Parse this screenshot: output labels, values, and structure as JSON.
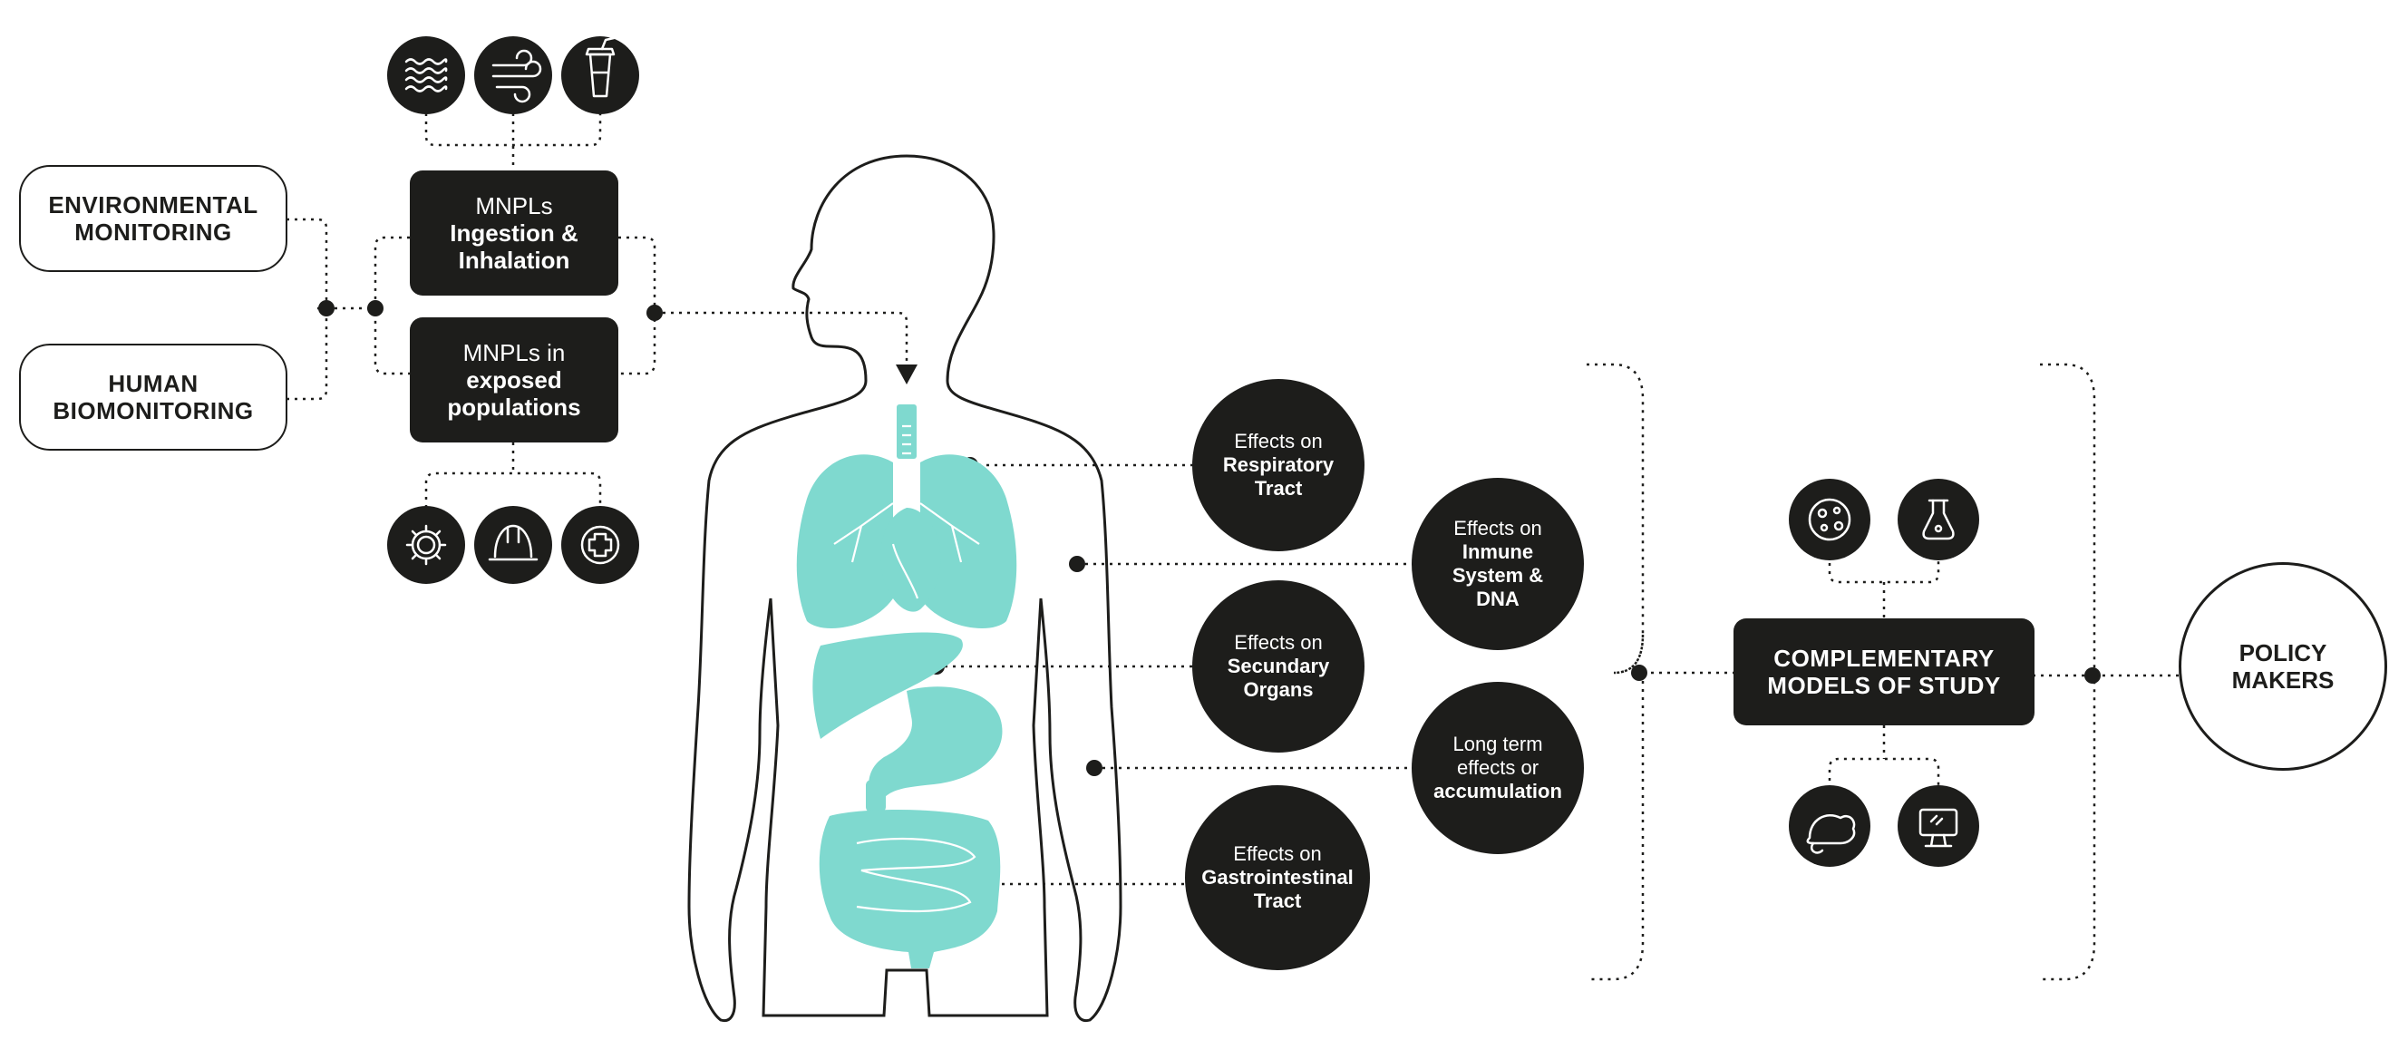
{
  "colors": {
    "dark": "#1d1d1b",
    "organ": "#7fd9cf",
    "background": "#ffffff"
  },
  "monitoring": {
    "environmental": {
      "line1": "ENVIRONMENTAL",
      "line2": "MONITORING"
    },
    "human": {
      "line1": "HUMAN",
      "line2": "BIOMONITORING"
    }
  },
  "exposure": {
    "ingestion": {
      "line1": "MNPLs",
      "line2": "Ingestion &",
      "line3": "Inhalation"
    },
    "populations": {
      "line1": "MNPLs in",
      "line2": "exposed",
      "line3": "populations"
    },
    "top_icons": [
      "water-waves-icon",
      "wind-icon",
      "disposable-cup-icon"
    ],
    "bottom_icons": [
      "gear-icon",
      "hard-hat-icon",
      "medical-cross-icon"
    ]
  },
  "effects": {
    "respiratory": {
      "line1": "Effects on",
      "line2": "Respiratory",
      "line3": "Tract"
    },
    "immune": {
      "line1": "Effects on",
      "line2": "Inmune",
      "line3": "System &",
      "line4": "DNA"
    },
    "secondary": {
      "line1": "Effects on",
      "line2": "Secundary",
      "line3": "Organs"
    },
    "longterm": {
      "line1": "Long term",
      "line2": "effects or",
      "line3": "accumulation"
    },
    "gastro": {
      "line1": "Effects on",
      "line2": "Gastrointestinal",
      "line3": "Tract"
    }
  },
  "models": {
    "line1": "COMPLEMENTARY",
    "line2": "MODELS OF STUDY",
    "icons": [
      "cell-culture-icon",
      "flask-icon",
      "mouse-icon",
      "computer-icon"
    ]
  },
  "policy": {
    "line1": "POLICY",
    "line2": "MAKERS"
  }
}
